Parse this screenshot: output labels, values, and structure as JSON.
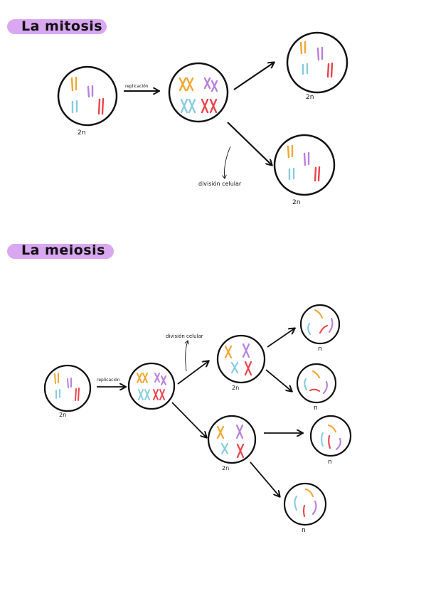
{
  "mitosis": {
    "title": "La mitosis",
    "replication_label": "replicación",
    "division_label": "división celular",
    "ploidy_parent": "2n",
    "ploidy_child_top": "2n",
    "ploidy_child_bottom": "2n"
  },
  "meiosis": {
    "title": "La meiosis",
    "replication_label": "replicación",
    "division_label": "división celular",
    "ploidy_parent": "2n",
    "ploidy_mid_top": "2n",
    "ploidy_mid_bottom": "2n",
    "ploidy_gamete_1": "n",
    "ploidy_gamete_2": "n",
    "ploidy_gamete_3": "n",
    "ploidy_gamete_4": "n"
  },
  "colors": {
    "orange": "#f2a630",
    "purple": "#b97fdc",
    "blue": "#86ccdf",
    "red": "#e8454d",
    "title_pill": "#d9a8f0"
  }
}
